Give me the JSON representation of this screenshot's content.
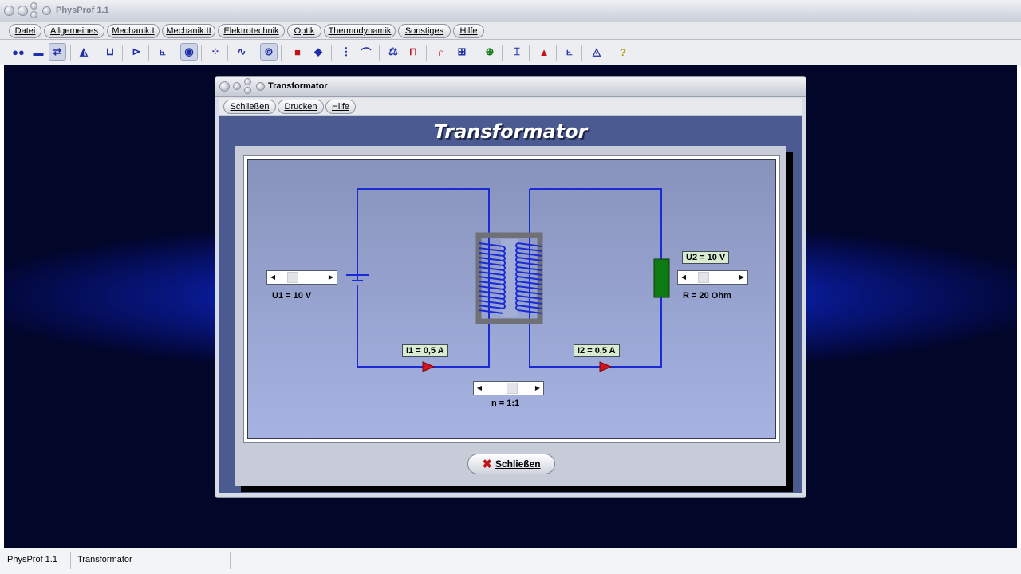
{
  "app": {
    "title": "PhysProf 1.1"
  },
  "menu": [
    "Datei",
    "Allgemeines",
    "Mechanik I",
    "Mechanik II",
    "Elektrotechnik",
    "Optik",
    "Thermodynamik",
    "Sonstiges",
    "Hilfe"
  ],
  "toolbar_icons": [
    "balls-icon",
    "cart-icon",
    "swap-arrows-icon",
    "incline-icon",
    "pressure-icon",
    "lever-icon",
    "graph-icon",
    "eye-lens-icon",
    "molecules-icon",
    "wave-icon",
    "orbit-icon",
    "magnet-icon",
    "compass-icon",
    "spring-icon",
    "oscillation-icon",
    "scale-icon",
    "pulley-icon",
    "horseshoe-magnet-icon",
    "circuit-icon",
    "motor-icon",
    "coil-icon",
    "prism-icon",
    "decay-icon",
    "spectrum-icon",
    "help-icon"
  ],
  "dialog": {
    "title": "Transformator",
    "menu": [
      "Schließen",
      "Drucken",
      "Hilfe"
    ],
    "heading": "Transformator",
    "close_button": "Schließen"
  },
  "simulation": {
    "u1_label": "U1 = 10 V",
    "u2_label": "U2 = 10 V",
    "r_label": "R = 20 Ohm",
    "i1_label": "I1 = 0,5 A",
    "i2_label": "I2 = 0,5 A",
    "n_label": "n = 1:1",
    "u1_slider_position": 0.25,
    "r_slider_position": 0.25,
    "n_slider_position": 0.6,
    "wire_color": "#1a2bd6",
    "resistor_color": "#0e7a12",
    "arrow_color": "#d2141e"
  },
  "statusbar": {
    "app": "PhysProf 1.1",
    "window": "Transformator"
  }
}
